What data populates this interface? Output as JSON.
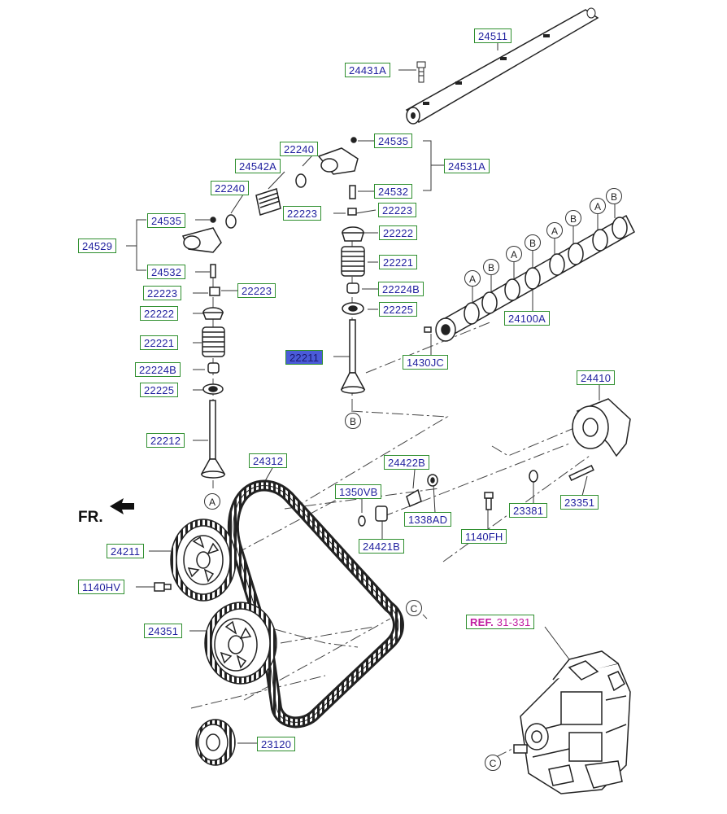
{
  "parts": [
    {
      "id": "p24511",
      "text": "24511"
    },
    {
      "id": "p24431A",
      "text": "24431A"
    },
    {
      "id": "p22240a",
      "text": "22240"
    },
    {
      "id": "p24535a",
      "text": "24535"
    },
    {
      "id": "p24542A",
      "text": "24542A"
    },
    {
      "id": "p24531A",
      "text": "24531A"
    },
    {
      "id": "p22240b",
      "text": "22240"
    },
    {
      "id": "p24532a",
      "text": "24532"
    },
    {
      "id": "p22223a",
      "text": "22223"
    },
    {
      "id": "p22223b",
      "text": "22223"
    },
    {
      "id": "p24535b",
      "text": "24535"
    },
    {
      "id": "p22222a",
      "text": "22222"
    },
    {
      "id": "p24529",
      "text": "24529"
    },
    {
      "id": "p22221a",
      "text": "22221"
    },
    {
      "id": "p24532b",
      "text": "24532"
    },
    {
      "id": "p22223c",
      "text": "22223"
    },
    {
      "id": "p22223d",
      "text": "22223"
    },
    {
      "id": "p22224Ba",
      "text": "22224B"
    },
    {
      "id": "p22222b",
      "text": "22222"
    },
    {
      "id": "p22225a",
      "text": "22225"
    },
    {
      "id": "p24100A",
      "text": "24100A"
    },
    {
      "id": "p22221b",
      "text": "22221"
    },
    {
      "id": "p22211",
      "text": "22211"
    },
    {
      "id": "p1430JC",
      "text": "1430JC"
    },
    {
      "id": "p22224Bb",
      "text": "22224B"
    },
    {
      "id": "p22225b",
      "text": "22225"
    },
    {
      "id": "p24410",
      "text": "24410"
    },
    {
      "id": "p22212",
      "text": "22212"
    },
    {
      "id": "p24312",
      "text": "24312"
    },
    {
      "id": "p24422B",
      "text": "24422B"
    },
    {
      "id": "p1350VB",
      "text": "1350VB"
    },
    {
      "id": "p23351",
      "text": "23351"
    },
    {
      "id": "p23381",
      "text": "23381"
    },
    {
      "id": "p1338AD",
      "text": "1338AD"
    },
    {
      "id": "p1140FH",
      "text": "1140FH"
    },
    {
      "id": "p24421B",
      "text": "24421B"
    },
    {
      "id": "p24211",
      "text": "24211"
    },
    {
      "id": "p1140HV",
      "text": "1140HV"
    },
    {
      "id": "p24351",
      "text": "24351"
    },
    {
      "id": "p23120",
      "text": "23120"
    }
  ],
  "reference": {
    "prefix": "REF.",
    "code": "31-331"
  },
  "markers": {
    "a": "A",
    "b": "B",
    "c": "C"
  },
  "front_label": "FR.",
  "colors": {
    "label_border": "#2f8f2f",
    "label_text": "#1f1f9e",
    "selected_bg": "#4a5bd8",
    "ref_text": "#c01ca0"
  }
}
